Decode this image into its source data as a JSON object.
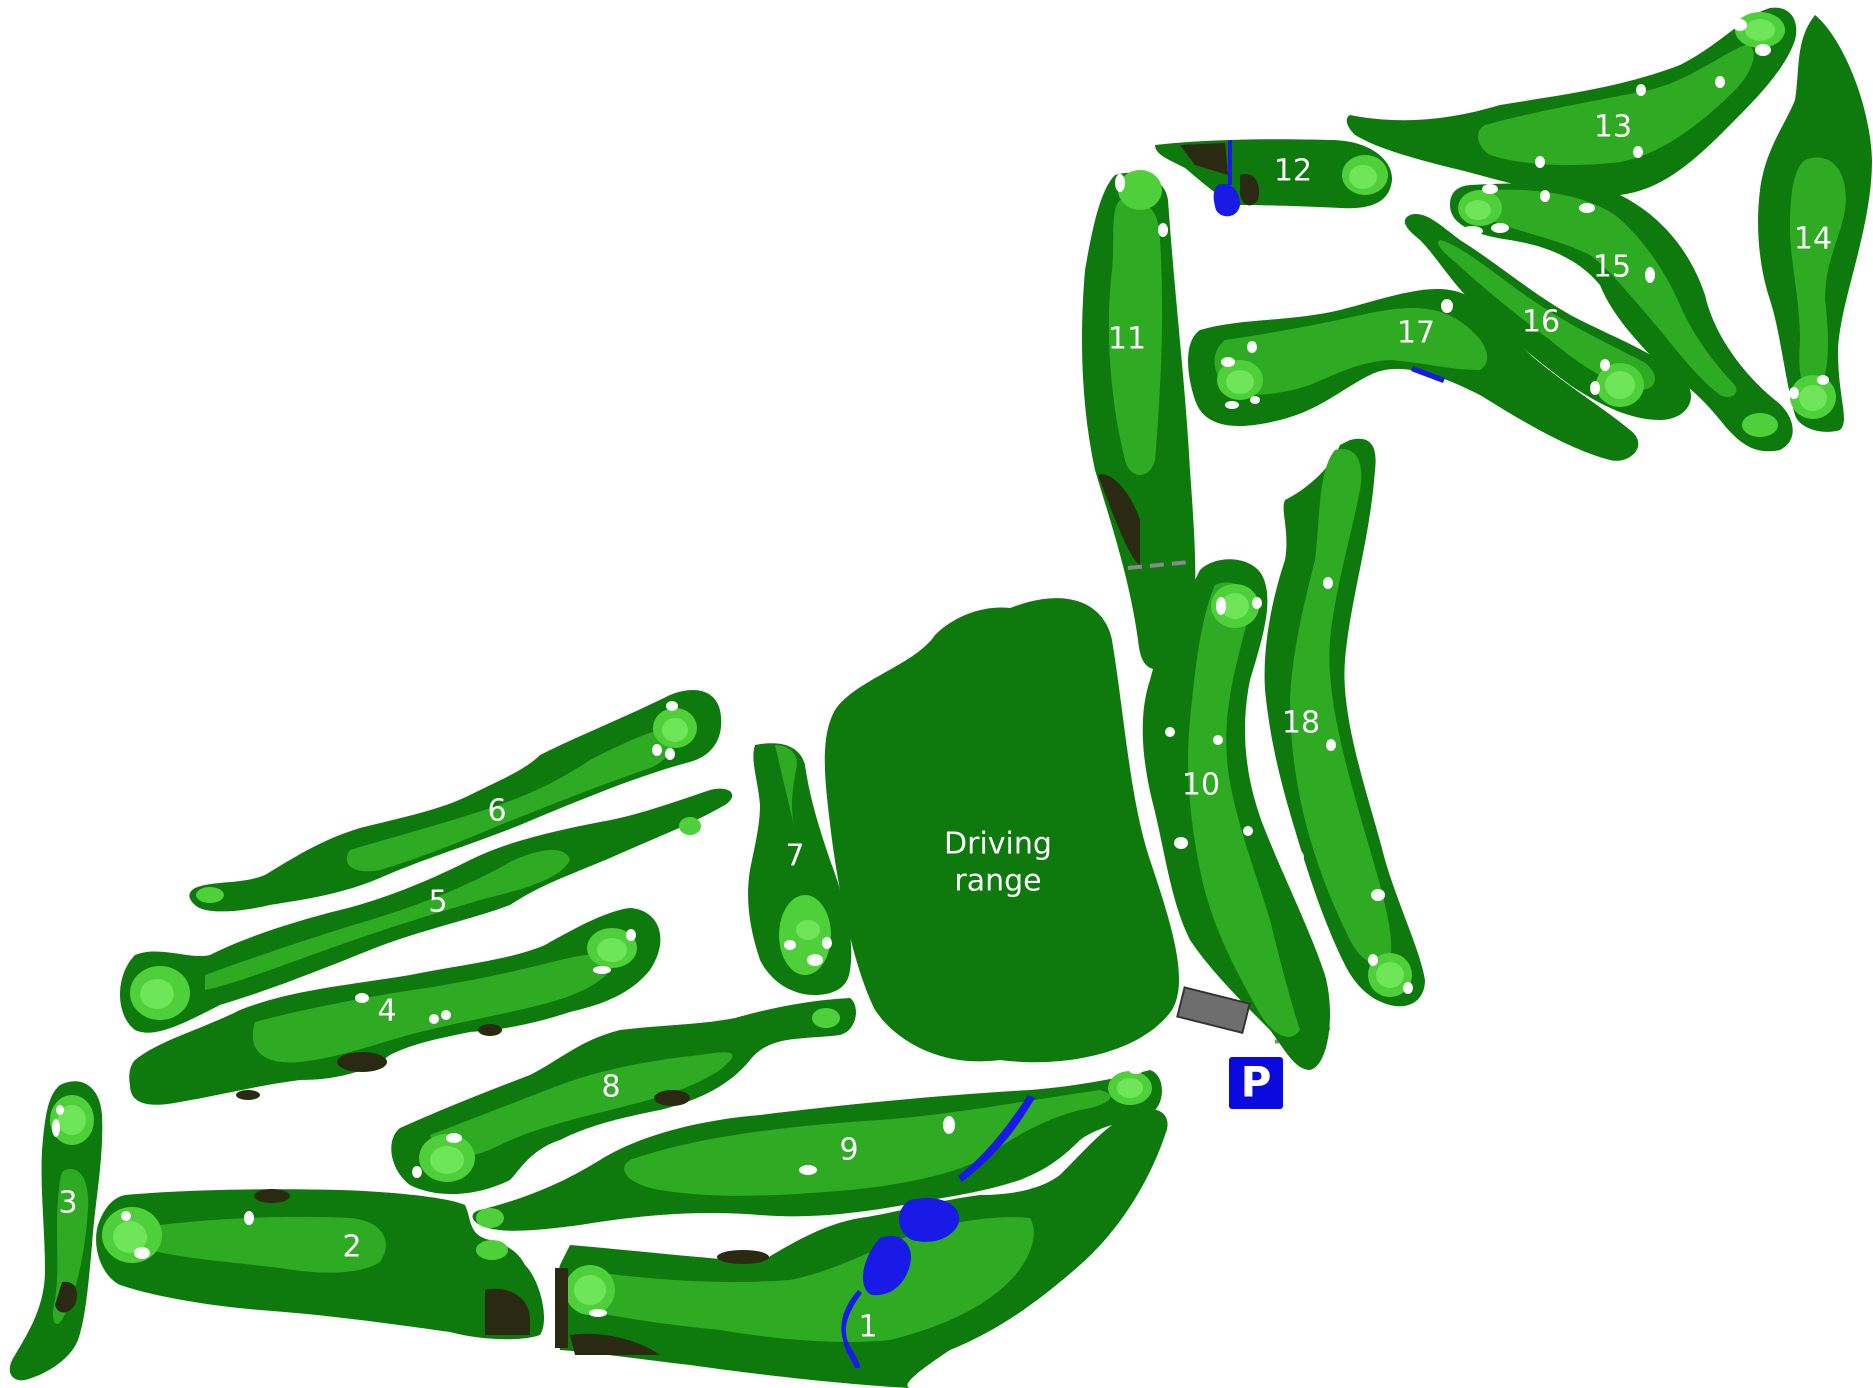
{
  "colors": {
    "rough": "#0e7a0e",
    "fairway": "#2eab22",
    "green": "#4fd03a",
    "water": "#1a1ae6",
    "bunker": "#ffffff",
    "dirt": "#2a2a12",
    "parking": "#0a0ae0",
    "clubhouse": "#6e6e6e"
  },
  "holes": [
    {
      "number": "1"
    },
    {
      "number": "2"
    },
    {
      "number": "3"
    },
    {
      "number": "4"
    },
    {
      "number": "5"
    },
    {
      "number": "6"
    },
    {
      "number": "7"
    },
    {
      "number": "8"
    },
    {
      "number": "9"
    },
    {
      "number": "10"
    },
    {
      "number": "11"
    },
    {
      "number": "12"
    },
    {
      "number": "13"
    },
    {
      "number": "14"
    },
    {
      "number": "15"
    },
    {
      "number": "16"
    },
    {
      "number": "17"
    },
    {
      "number": "18"
    }
  ],
  "driving_range": {
    "line1": "Driving",
    "line2": "range"
  },
  "parking": {
    "label": "P",
    "icon": "parking-icon"
  },
  "clubhouse": {
    "icon": "clubhouse-icon"
  }
}
